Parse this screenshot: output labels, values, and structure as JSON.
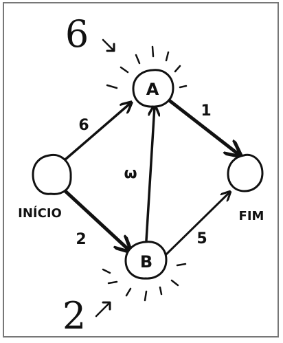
{
  "nodes": {
    "start_label": "INÍCIO",
    "end_label": "FIM",
    "a_label": "A",
    "b_label": "B"
  },
  "edges": {
    "start_to_a": "6",
    "start_to_b": "2",
    "b_to_a": "ω",
    "a_to_end": "1",
    "b_to_end": "5"
  },
  "annotations": {
    "a_cost": "6",
    "b_cost": "2"
  }
}
